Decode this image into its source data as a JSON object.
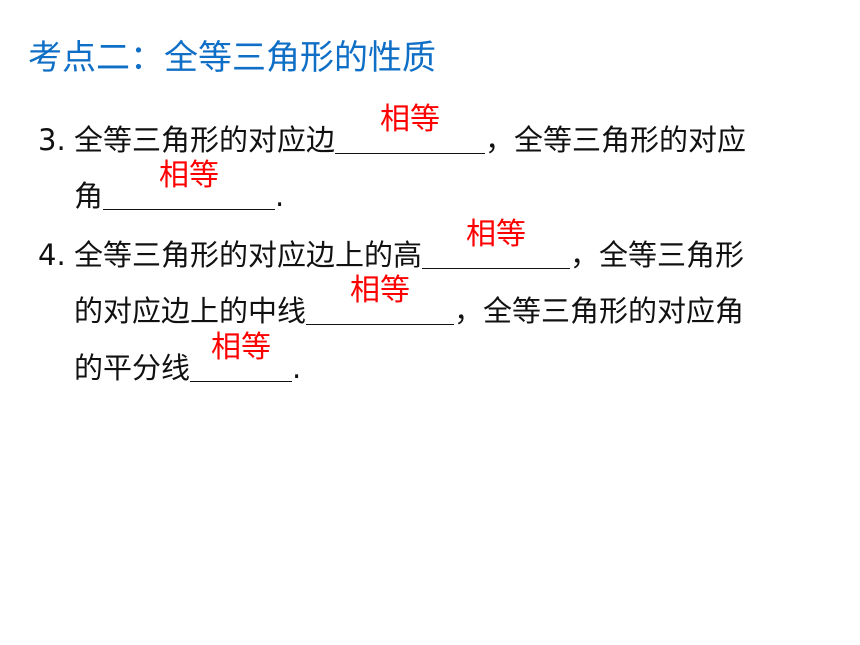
{
  "title": "考点二：全等三角形的性质",
  "q3": {
    "num": "3.",
    "line1_a": "全等三角形的对应边",
    "answer1": "相等",
    "line1_b": "，全等三角形的对应",
    "line2_a": "角",
    "answer2": "相等",
    "line2_end": "."
  },
  "q4": {
    "num": "4.",
    "line1_a": "全等三角形的对应边上的高",
    "answer1": "相等",
    "line1_b": "，全等三角形",
    "line2_a": "的对应边上的中线",
    "answer2": "相等",
    "line2_b": "，全等三角形的对应角",
    "line3_a": "的平分线",
    "answer3": "相等",
    "line3_end": "."
  },
  "colors": {
    "title": "#0f6fc6",
    "answer": "#ff0000",
    "text": "#111111"
  }
}
